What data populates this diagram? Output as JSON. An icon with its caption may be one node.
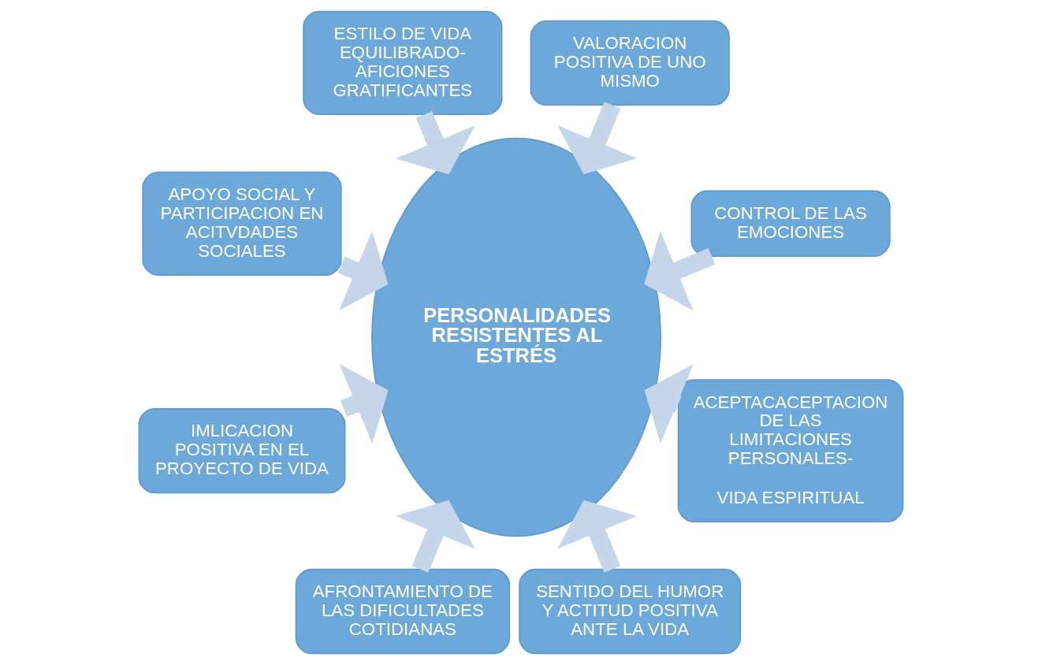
{
  "diagram": {
    "nodes": [
      {
        "text": [
          "CONTROL DE LAS EMOCIONES"
        ]
      },
      {
        "text": [
          "VALORACION POSITIVA DE UNO MISMO"
        ]
      },
      {
        "text": [
          "ESTILO DE VIDA EQUILIBRADO-AFICIONES GRATIFICANTES"
        ]
      },
      {
        "text": [
          "APOYO SOCIAL Y PARTICIPACION EN ACITVDADES SOCIALES"
        ]
      },
      {
        "text": [
          "IMLICACION POSITIVA EN EL PROYECTO DE VIDA"
        ]
      },
      {
        "text": [
          "AFRONTAMIENTO DE LAS DIFICULTADES COTIDIANAS"
        ]
      },
      {
        "text": [
          "SENTIDO DEL HUMOR  Y ACTITUD POSITIVA ANTE LA VIDA"
        ]
      },
      {
        "text": [
          "ACEPTACACEPTACION DE LAS LIMITACIONES PERSONALES-",
          "VIDA ESPIRITUAL"
        ]
      },
      {
        "text": [
          "PERSONALIDADES RESISTENTES AL ESTRÉS"
        ]
      }
    ],
    "edges": [
      {
        "from": 0,
        "to": 8,
        "arrow": "to"
      },
      {
        "from": 1,
        "to": 8,
        "arrow": "to"
      },
      {
        "from": 2,
        "to": 8,
        "arrow": "to"
      },
      {
        "from": 3,
        "to": 8,
        "arrow": "to"
      },
      {
        "from": 4,
        "to": 8,
        "arrow": "to"
      },
      {
        "from": 5,
        "to": 8,
        "arrow": "to"
      },
      {
        "from": 6,
        "to": 8,
        "arrow": "to"
      },
      {
        "from": 7,
        "to": 8,
        "arrow": "to"
      }
    ]
  }
}
